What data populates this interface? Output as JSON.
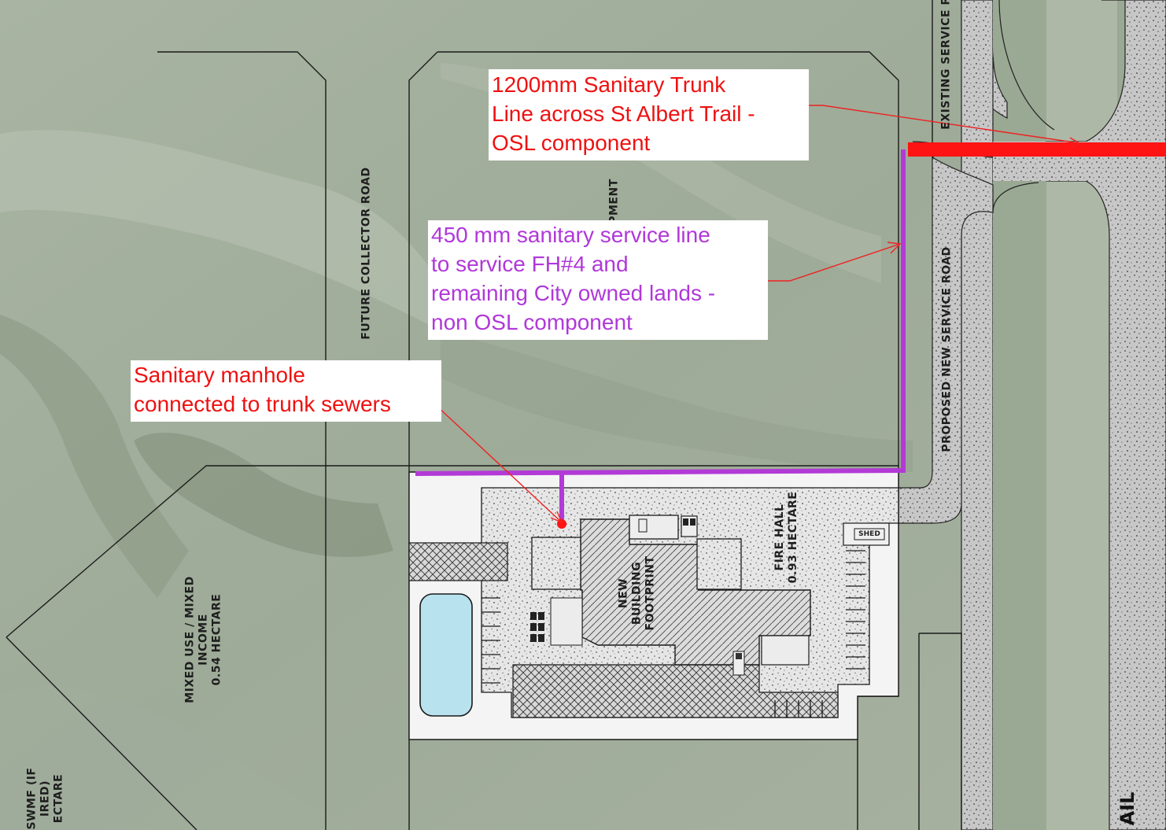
{
  "map": {
    "colors": {
      "aerial": "#a8b3a2",
      "road_fill": "#c4c4c4",
      "concrete": "#e2e2e2",
      "pond": "#b9e2ef",
      "trunk_line": "#ff1414",
      "service_line": "#b23ad6",
      "linework": "#1a1a1a"
    },
    "icons": [
      "pond-shape",
      "hatched-building",
      "shed-box",
      "parking-stalls"
    ]
  },
  "annotations": {
    "trunk_line": {
      "lines": [
        "1200mm Sanitary Trunk",
        "Line across St Albert Trail -",
        "OSL component"
      ]
    },
    "service_line": {
      "lines": [
        "450 mm sanitary service line",
        "to service FH#4 and",
        "remaining City owned lands -",
        "non OSL component"
      ]
    },
    "manhole": {
      "lines": [
        "Sanitary manhole",
        "connected to trunk sewers"
      ]
    }
  },
  "labels": {
    "future_collector_road": "FUTURE COLLECTOR ROAD",
    "development_fragment": "PMENT",
    "existing_service_road": "EXISTING SERVICE R",
    "proposed_new_service_road": "PROPOSED NEW SERVICE ROAD",
    "fire_hall": [
      "FIRE HALL",
      "0.93 HECTARE"
    ],
    "new_building": [
      "NEW",
      "BUILDING",
      "FOOTPRINT"
    ],
    "mixed_use": [
      "MIXED USE / MIXED",
      "INCOME",
      "0.54 HECTARE"
    ],
    "swmf": [
      "SWMF (IF",
      "IRED)",
      "ECTARE"
    ],
    "shed": "SHED",
    "trail": "AIL"
  }
}
